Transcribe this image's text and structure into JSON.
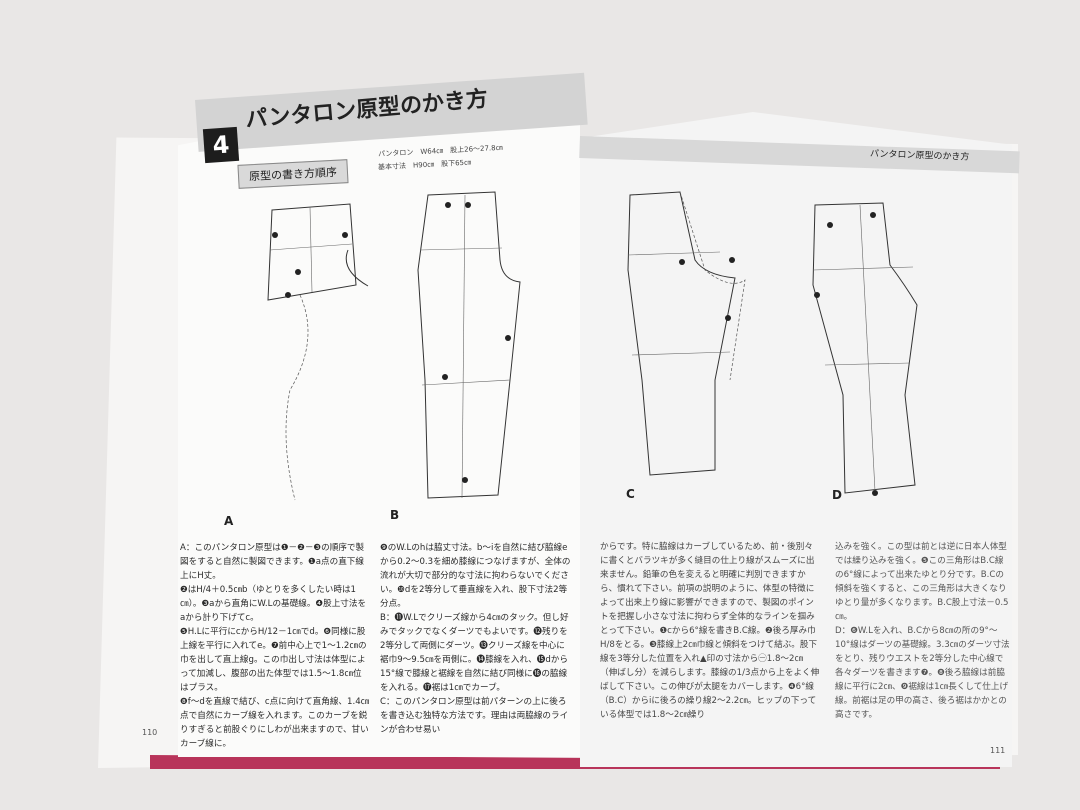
{
  "left_page": {
    "chapter_number": "4",
    "chapter_title": "パンタロン原型のかき方",
    "subtitle": "原型の書き方順序",
    "measurements_line1": "パンタロン　W64㎝　股上26～27.8㎝",
    "measurements_line2": "基本寸法　H90㎝　股下65㎝",
    "figure_labels": [
      "A",
      "B"
    ],
    "col1": [
      "A：このパンタロン原型は❶－❷－❸の順序で製図をすると自然に製図できます。❶a点の直下線上にH丈。",
      "❷はH/4＋0.5㎝b（ゆとりを多くしたい時は1㎝）。❸aから直角にW.Lの基礎線。❹股上寸法をaから計り下げてc。",
      "❺H.Lに平行にcからH/12－1㎝でd。❻同様に股上線を平行に入れてe。❼前中心上で1～1.2㎝の巾を出して直上線g。この巾出し寸法は体型によって加減し、腹部の出た体型では1.5～1.8㎝位はプラス。",
      "❽f～dを直線で結び、c点に向けて直角線、1.4㎝点で自然にカーブ線を入れます。このカーブを鋭りすぎると前股ぐりにしわが出来ますので、甘いカーブ線に。"
    ],
    "col2": [
      "❾のW.Lのhは脇丈寸法。b～iを自然に結び脇線eから0.2～0.3を細め膝線につなげますが、全体の流れが大切で部分的な寸法に拘わらないでください。❿dを2等分して垂直線を入れ、股下寸法2等分点。",
      "B：⓫W.Lでクリーズ線から4㎝のタック。但し好みでタックでなくダーツでもよいです。⓬残りを2等分して両側にダーツ。⓭クリーズ線を中心に裾巾9～9.5㎝を両側に。⓮膝線を入れ、⓯dから15°線で膝線と裾線を自然に結び同様に⓰の脇線を入れる。⓱裾は1㎝でカーブ。",
      "C：このパンタロン原型は前パターンの上に後ろを書き込む独特な方法です。理由は両脇線のラインが合わせ易い"
    ],
    "page_number": "110"
  },
  "right_page": {
    "header": "パンタロン原型のかき方",
    "figure_labels": [
      "C",
      "D"
    ],
    "col1": [
      "からです。特に脇線はカーブしているため、前・後別々に書くとバラツキが多く縫目の仕上り線がスムーズに出来ません。鉛筆の色を変えると明確に判別できますから、慣れて下さい。前項の説明のように、体型の特徴によって出来上り線に影響ができますので、製図のポイントを把握し小さな寸法に拘わらず全体的なラインを掴みとって下さい。❶cから6°線を書きB.C線。❷後ろ厚み巾H/8をとる。❸膝線上2㎝巾線と傾斜をつけて結ぶ。股下線を3等分した位置を入れ▲印の寸法から㊀1.8～2㎝（伸ばし分）を減らします。膝線の1/3点から上をよく伸ばして下さい。この伸びが太腿をカバーします。❹6°線（B.C）からiに後ろの繰り線2～2.2㎝。ヒップの下っている体型では1.8～2㎝繰り"
    ],
    "col2": [
      "込みを強く。この型は前とは逆に日本人体型では繰り込みを強く。❺この三角形はB.C線の6°線によって出来たゆとり分です。B.Cの傾斜を強くすると、この三角形は大きくなりゆとり量が多くなります。B.C股上寸法－0.5㎝。",
      "D：❻W.Lを入れ、B.Cから8㎝の所の9°～10°線はダーツの基礎線。3.3㎝のダーツ寸法をとり、残りウエストを2等分した中心線で各々ダーツを書きます❼。❽後ろ脇線は前脇線に平行に2㎝、❾裾線は1㎝長くして仕上げ線。前裾は足の甲の高さ、後ろ裾はかかとの高さです。"
    ],
    "page_number": "111"
  },
  "colors": {
    "background": "#e9e7e6",
    "page": "#fbfbfa",
    "header_band": "#d3d3d3",
    "chapter_box": "#1d1d1d",
    "cover_edge": "#b8345a"
  }
}
